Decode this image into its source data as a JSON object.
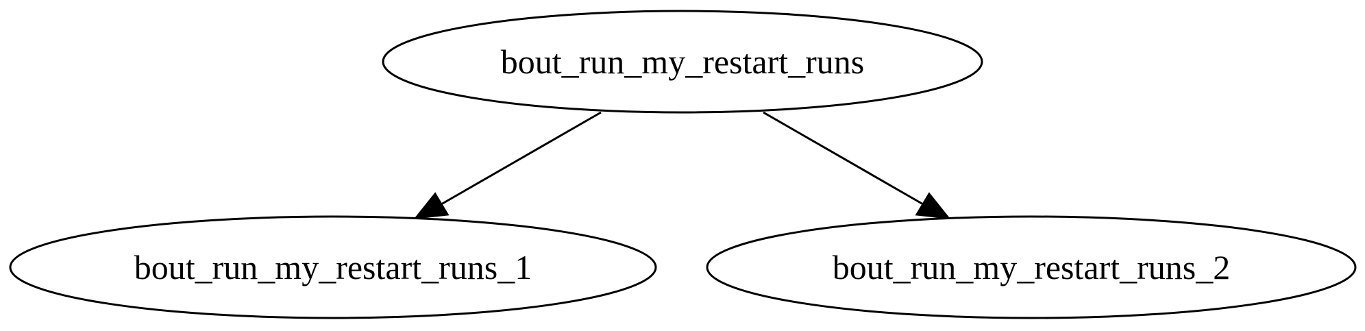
{
  "graph": {
    "nodes": [
      {
        "id": "root",
        "label": "bout_run_my_restart_runs"
      },
      {
        "id": "child1",
        "label": "bout_run_my_restart_runs_1"
      },
      {
        "id": "child2",
        "label": "bout_run_my_restart_runs_2"
      }
    ],
    "edges": [
      {
        "from": "root",
        "to": "child1"
      },
      {
        "from": "root",
        "to": "child2"
      }
    ]
  }
}
